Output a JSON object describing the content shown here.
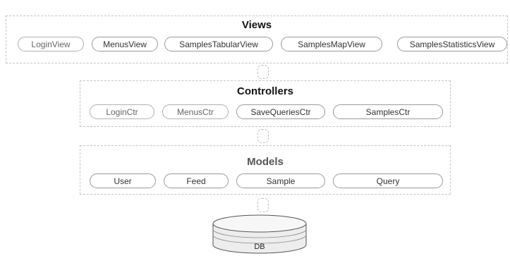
{
  "views": {
    "title": "Views",
    "items": [
      "LoginView",
      "MenusView",
      "SamplesTabularView",
      "SamplesMapView",
      "SamplesStatisticsView"
    ]
  },
  "controllers": {
    "title": "Controllers",
    "items": [
      "LoginCtr",
      "MenusCtr",
      "SaveQueriesCtr",
      "SamplesCtr"
    ]
  },
  "models": {
    "title": "Models",
    "items": [
      "User",
      "Feed",
      "Sample",
      "Query"
    ]
  },
  "database": {
    "label": "DB"
  }
}
